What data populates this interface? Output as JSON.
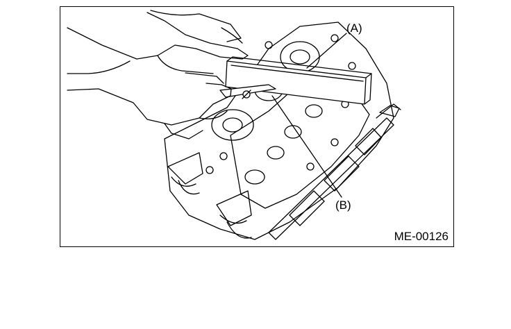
{
  "figure": {
    "callouts": {
      "a": "(A)",
      "b": "(B)"
    },
    "code": "ME-00126"
  }
}
